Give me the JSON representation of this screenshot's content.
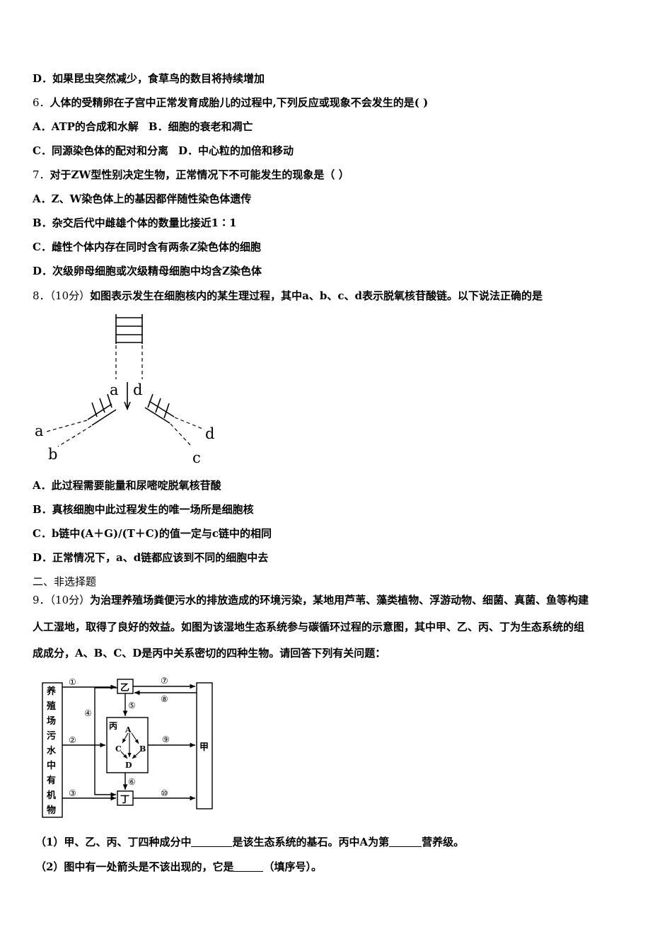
{
  "q5": {
    "option_d": "D．如果昆虫突然减少，食草鸟的数目将持续增加"
  },
  "q6": {
    "number": "6．",
    "stem": "人体的受精卵在子宫中正常发育成胎儿的过程中,下列反应或现象不会发生的是(   )",
    "option_a": "A．ATP的合成和水解",
    "option_b": "B．细胞的衰老和凋亡",
    "option_c": "C．同源染色体的配对和分离",
    "option_d": "D．中心粒的加倍和移动"
  },
  "q7": {
    "number": "7．",
    "stem": "对于ZW型性别决定生物，正常情况下不可能发生的现象是（    ）",
    "option_a": "A．Z、W染色体上的基因都伴随性染色体遗传",
    "option_b": "B．杂交后代中雌雄个体的数量比接近1∶1",
    "option_c": "C．雌性个体内存在同时含有两条Z染色体的细胞",
    "option_d": "D．次级卵母细胞或次级精母细胞中均含Z染色体"
  },
  "q8": {
    "number": "8．",
    "score": "（10分）",
    "stem": "如图表示发生在细胞核内的某生理过程，其中a、b、c、d表示脱氧核苷酸链。以下说法正确的是",
    "figure_labels": {
      "a_top": "a",
      "d_top": "d",
      "a_left": "a",
      "b_left": "b",
      "d_right": "d",
      "c_right": "c"
    },
    "option_a": "A．此过程需要能量和尿嘧啶脱氧核苷酸",
    "option_b": "B．真核细胞中此过程发生的唯一场所是细胞核",
    "option_c": "C．b链中(A＋G)/(T＋C)的值一定与c链中的相同",
    "option_d": "D．正常情况下，a、d链都应该到不同的细胞中去"
  },
  "section2": {
    "title": "二、非选择题"
  },
  "q9": {
    "number": "9．",
    "score": "（10分）",
    "stem_line1": "为治理养殖场粪便污水的排放造成的环境污染，某地用芦苇、藻类植物、浮游动物、细菌、真菌、鱼等构建",
    "stem_line2": "人工湿地，取得了良好的效益。如图为该湿地生态系统参与碳循环过程的示意图，其中甲、乙、丙、丁为生态系统的组",
    "stem_line3": "成成分，A、B、C、D是丙中关系密切的四种生物。请回答下列有关问题：",
    "figure": {
      "source_chars": [
        "养",
        "殖",
        "场",
        "污",
        "水",
        "中",
        "有",
        "机",
        "物"
      ],
      "box_yi": "乙",
      "box_bing": "丙",
      "box_ding": "丁",
      "box_jia": "甲",
      "org_a": "A",
      "org_b": "B",
      "org_c": "C",
      "org_d": "D",
      "arrows": [
        "①",
        "②",
        "③",
        "④",
        "⑤",
        "⑥",
        "⑦",
        "⑧",
        "⑨",
        "⑩"
      ]
    },
    "sub1_a": "（1）甲、乙、丙、丁四种成分中",
    "sub1_b": "是该生态系统的基石。丙中A为第",
    "sub1_c": "营养级。",
    "sub2_a": "（2）图中有一处箭头是不该出现的，它是",
    "sub2_b": "（填序号）。"
  }
}
